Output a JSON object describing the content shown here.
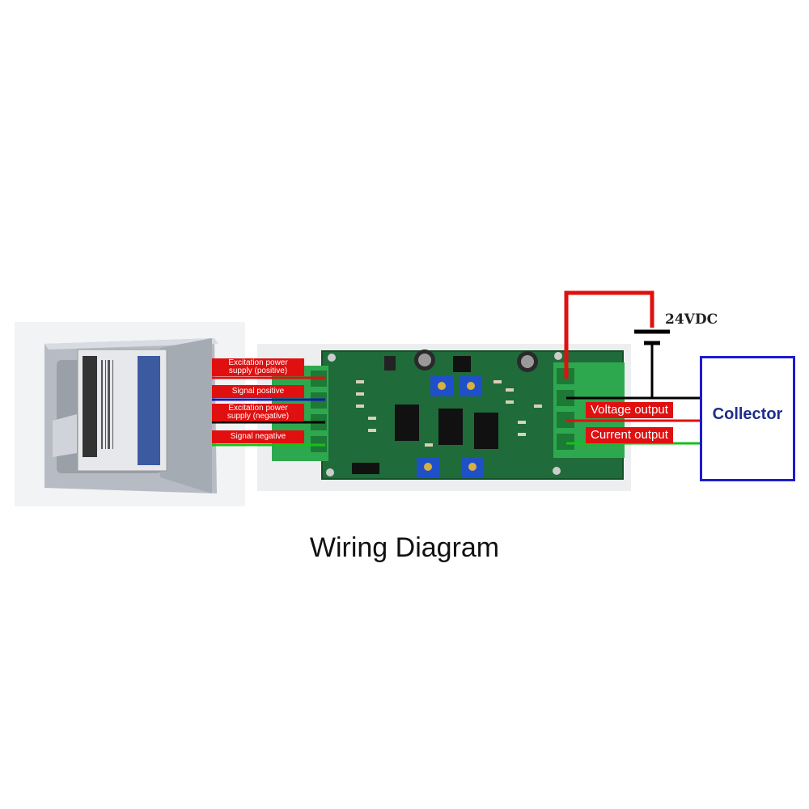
{
  "sensor_labels": [
    "Excitation power\nsupply (positive)",
    "Signal positive",
    "Excitation power\nsupply (negative)",
    "Signal negative"
  ],
  "output_labels": [
    "Voltage output",
    "Current output"
  ],
  "supply_voltage": "24VDC",
  "collector_label": "Collector",
  "caption": "Wiring Diagram",
  "wire_colors": {
    "excitation_positive": "#e01010",
    "signal_positive": "#1818b0",
    "excitation_negative": "#000000",
    "signal_negative": "#18c018",
    "power": "#e01010",
    "ground": "#000000",
    "voltage_output": "#e01010",
    "current_output": "#18c018"
  },
  "colors": {
    "label_bg": "#e01010",
    "collector_border": "#1c1ccc",
    "pcb": "#1f6b3a"
  }
}
